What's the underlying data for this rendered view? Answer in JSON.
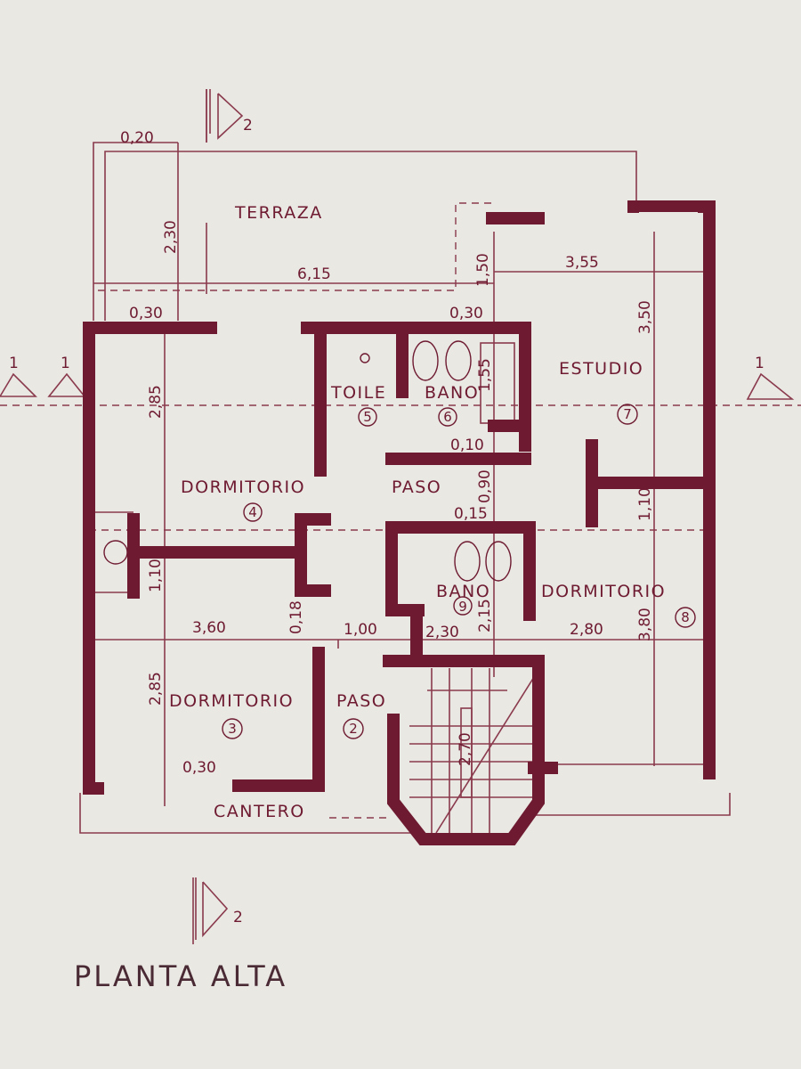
{
  "title": "PLANTA ALTA",
  "colors": {
    "ink": "#6e1a30",
    "paper": "#e9e8e3"
  },
  "sections": {
    "top": "2",
    "bottom": "2",
    "left": "1",
    "left2": "1",
    "right": "1"
  },
  "rooms": [
    {
      "name": "TERRAZA",
      "number": ""
    },
    {
      "name": "TOILE",
      "number": "5"
    },
    {
      "name": "BANO",
      "number": "6"
    },
    {
      "name": "ESTUDIO",
      "number": "7"
    },
    {
      "name": "DORMITORIO",
      "number": "4"
    },
    {
      "name": "PASO",
      "number": ""
    },
    {
      "name": "BANO",
      "number": "9"
    },
    {
      "name": "DORMITORIO",
      "number": "8"
    },
    {
      "name": "DORMITORIO",
      "number": "3"
    },
    {
      "name": "PASO",
      "number": "2"
    },
    {
      "name": "CANTERO",
      "number": ""
    }
  ],
  "dimensions": {
    "d020": "0,20",
    "d230v": "2,30",
    "d615": "6,15",
    "d150": "1,50",
    "d355": "3,55",
    "d030a": "0,30",
    "d030b": "0,30",
    "d350": "3,50",
    "d285a": "2,85",
    "d155": "1,55",
    "d010": "0,10",
    "d090": "0,90",
    "d015": "0,15",
    "d110a": "1,10",
    "d110b": "1,10",
    "d360": "3,60",
    "d018": "0,18",
    "d100": "1,00",
    "d230h": "2,30",
    "d215": "2,15",
    "d280": "2,80",
    "d380": "3,80",
    "d285b": "2,85",
    "d030c": "0,30",
    "d270": "2,70"
  }
}
